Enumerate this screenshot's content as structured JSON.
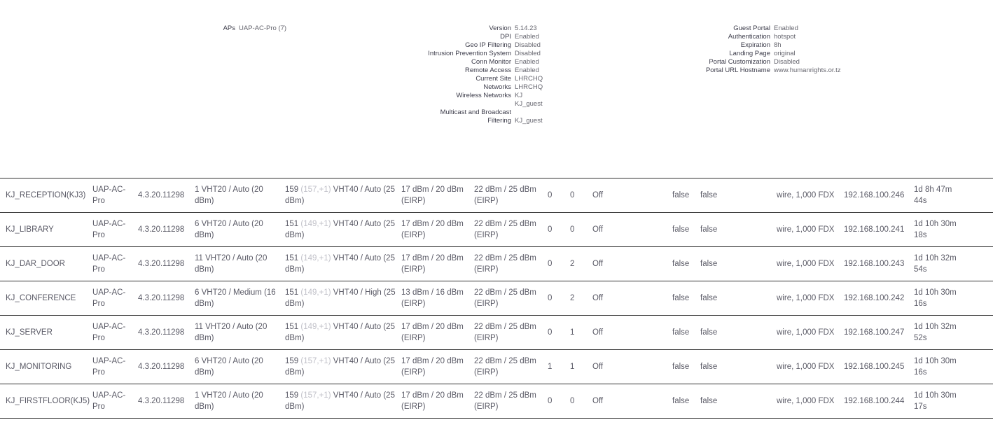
{
  "aps": [
    {
      "k": "APs",
      "v": "UAP-AC-Pro (7)"
    }
  ],
  "system": [
    {
      "k": "Version",
      "v": "5.14.23"
    },
    {
      "k": "DPI",
      "v": "Enabled"
    },
    {
      "k": "Geo IP Filtering",
      "v": "Disabled"
    },
    {
      "k": "Intrusion Prevention System",
      "v": "Disabled"
    },
    {
      "k": "Conn Monitor",
      "v": "Enabled"
    },
    {
      "k": "Remote Access",
      "v": "Enabled"
    },
    {
      "k": "Current Site",
      "v": "LHRCHQ"
    },
    {
      "k": "Networks",
      "v": "LHRCHQ"
    },
    {
      "k": "Wireless Networks",
      "v": "KJ"
    },
    {
      "k": "",
      "v": "KJ_guest"
    },
    {
      "k": "Multicast and Broadcast",
      "v": ""
    },
    {
      "k": "Filtering",
      "v": "KJ_guest"
    }
  ],
  "portal": [
    {
      "k": "Guest Portal",
      "v": "Enabled"
    },
    {
      "k": "Authentication",
      "v": "hotspot"
    },
    {
      "k": "Expiration",
      "v": "8h"
    },
    {
      "k": "Landing Page",
      "v": "original"
    },
    {
      "k": "Portal Customization",
      "v": "Disabled"
    },
    {
      "k": "Portal URL Hostname",
      "v": "www.humanrights.or.tz"
    }
  ],
  "rows": [
    {
      "name": "KJ_RECEPTION(KJ3)",
      "model": "UAP-AC-Pro",
      "version": "4.3.20.11298",
      "ng": "1 VHT20  / Auto (20 dBm)",
      "na_ch": "159",
      "na_sub": "(157,+1)",
      "na": "VHT40  / Auto (25 dBm)",
      "tx_ng": "17 dBm / 20 dBm (EIRP)",
      "tx_na": "22 dBm / 25 dBm (EIRP)",
      "c1": "0",
      "c2": "0",
      "state": "Off",
      "f1": "false",
      "f2": "false",
      "uplink": "wire, 1,000 FDX",
      "ip": "192.168.100.246",
      "uptime": "1d 8h 47m 44s"
    },
    {
      "name": "KJ_LIBRARY",
      "model": "UAP-AC-Pro",
      "version": "4.3.20.11298",
      "ng": "6 VHT20  / Auto (20 dBm)",
      "na_ch": "151",
      "na_sub": "(149,+1)",
      "na": "VHT40  / Auto (25 dBm)",
      "tx_ng": "17 dBm / 20 dBm (EIRP)",
      "tx_na": "22 dBm / 25 dBm (EIRP)",
      "c1": "0",
      "c2": "0",
      "state": "Off",
      "f1": "false",
      "f2": "false",
      "uplink": "wire, 1,000 FDX",
      "ip": "192.168.100.241",
      "uptime": "1d 10h 30m 18s"
    },
    {
      "name": "KJ_DAR_DOOR",
      "model": "UAP-AC-Pro",
      "version": "4.3.20.11298",
      "ng": "11 VHT20  / Auto (20 dBm)",
      "na_ch": "151",
      "na_sub": "(149,+1)",
      "na": "VHT40  / Auto (25 dBm)",
      "tx_ng": "17 dBm / 20 dBm (EIRP)",
      "tx_na": "22 dBm / 25 dBm (EIRP)",
      "c1": "0",
      "c2": "2",
      "state": "Off",
      "f1": "false",
      "f2": "false",
      "uplink": "wire, 1,000 FDX",
      "ip": "192.168.100.243",
      "uptime": "1d 10h 32m 54s"
    },
    {
      "name": "KJ_CONFERENCE",
      "model": "UAP-AC-Pro",
      "version": "4.3.20.11298",
      "ng": "6 VHT20  / Medium (16 dBm)",
      "na_ch": "151",
      "na_sub": "(149,+1)",
      "na": "VHT40  / High (25 dBm)",
      "tx_ng": "13 dBm / 16 dBm (EIRP)",
      "tx_na": "22 dBm / 25 dBm (EIRP)",
      "c1": "0",
      "c2": "2",
      "state": "Off",
      "f1": "false",
      "f2": "false",
      "uplink": "wire, 1,000 FDX",
      "ip": "192.168.100.242",
      "uptime": "1d 10h 30m 16s"
    },
    {
      "name": "KJ_SERVER",
      "model": "UAP-AC-Pro",
      "version": "4.3.20.11298",
      "ng": "11 VHT20  / Auto (20 dBm)",
      "na_ch": "151",
      "na_sub": "(149,+1)",
      "na": "VHT40  / Auto (25 dBm)",
      "tx_ng": "17 dBm / 20 dBm (EIRP)",
      "tx_na": "22 dBm / 25 dBm (EIRP)",
      "c1": "0",
      "c2": "1",
      "state": "Off",
      "f1": "false",
      "f2": "false",
      "uplink": "wire, 1,000 FDX",
      "ip": "192.168.100.247",
      "uptime": "1d 10h 32m 52s"
    },
    {
      "name": "KJ_MONITORING",
      "model": "UAP-AC-Pro",
      "version": "4.3.20.11298",
      "ng": "6 VHT20  / Auto (20 dBm)",
      "na_ch": "159",
      "na_sub": "(157,+1)",
      "na": "VHT40  / Auto (25 dBm)",
      "tx_ng": "17 dBm / 20 dBm (EIRP)",
      "tx_na": "22 dBm / 25 dBm (EIRP)",
      "c1": "1",
      "c2": "1",
      "state": "Off",
      "f1": "false",
      "f2": "false",
      "uplink": "wire, 1,000 FDX",
      "ip": "192.168.100.245",
      "uptime": "1d 10h 30m 16s"
    },
    {
      "name": "KJ_FIRSTFLOOR(KJ5)",
      "model": "UAP-AC-Pro",
      "version": "4.3.20.11298",
      "ng": "1 VHT20  / Auto (20 dBm)",
      "na_ch": "159",
      "na_sub": "(157,+1)",
      "na": "VHT40  / Auto (25 dBm)",
      "tx_ng": "17 dBm / 20 dBm (EIRP)",
      "tx_na": "22 dBm / 25 dBm (EIRP)",
      "c1": "0",
      "c2": "0",
      "state": "Off",
      "f1": "false",
      "f2": "false",
      "uplink": "wire, 1,000 FDX",
      "ip": "192.168.100.244",
      "uptime": "1d 10h 30m 17s"
    }
  ]
}
